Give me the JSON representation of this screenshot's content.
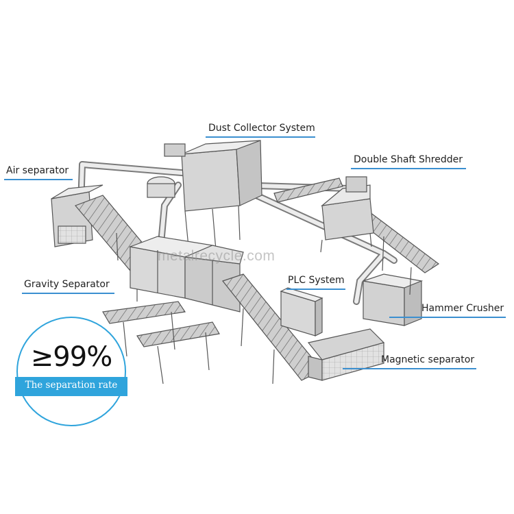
{
  "labels": {
    "dust_collector": "Dust Collector System",
    "air_separator": "Air separator",
    "double_shaft_shredder": "Double Shaft Shredder",
    "gravity_separator": "Gravity Separator",
    "plc_system": "PLC System",
    "hammer_crusher": "Hammer Crusher",
    "magnetic_separator": "Magnetic separator"
  },
  "watermark": "metalrecycle.com",
  "badge": {
    "value": "≥99%",
    "caption": "The separation rate"
  },
  "colors": {
    "accent": "#2fa4dc",
    "leader_line": "#3a8fd0",
    "machine_fill": "#dcdcdc",
    "machine_stroke": "#555555"
  }
}
